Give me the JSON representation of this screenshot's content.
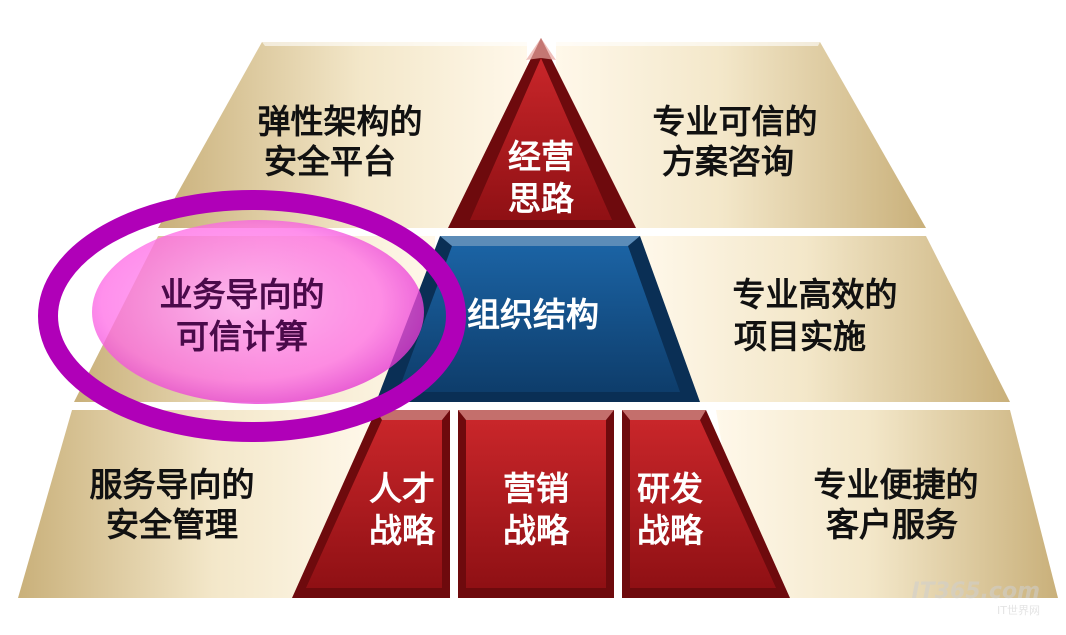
{
  "tiles": {
    "top_left": {
      "line1": "弹性架构的",
      "line2": "安全平台"
    },
    "top_right": {
      "line1": "专业可信的",
      "line2": "方案咨询"
    },
    "mid_left": {
      "line1": "业务导向的",
      "line2": "可信计算"
    },
    "mid_right": {
      "line1": "专业高效的",
      "line2": "项目实施"
    },
    "bot_left": {
      "line1": "服务导向的",
      "line2": "安全管理"
    },
    "bot_right": {
      "line1": "专业便捷的",
      "line2": "客户服务"
    }
  },
  "pyramid": {
    "apex": {
      "line1": "经营",
      "line2": "思路"
    },
    "middle": {
      "label": "组织结构"
    },
    "base": [
      {
        "line1": "人才",
        "line2": "战略"
      },
      {
        "line1": "营销",
        "line2": "战略"
      },
      {
        "line1": "研发",
        "line2": "战略"
      }
    ]
  },
  "highlight": {
    "ring_color": "#b000b8",
    "fill_color": "#ff66ee"
  },
  "colors": {
    "red": "#b5181c",
    "blue": "#134f86",
    "tan": "#dcc79c"
  },
  "watermark": {
    "logo": "IT365.com",
    "sub": "IT世界网"
  }
}
